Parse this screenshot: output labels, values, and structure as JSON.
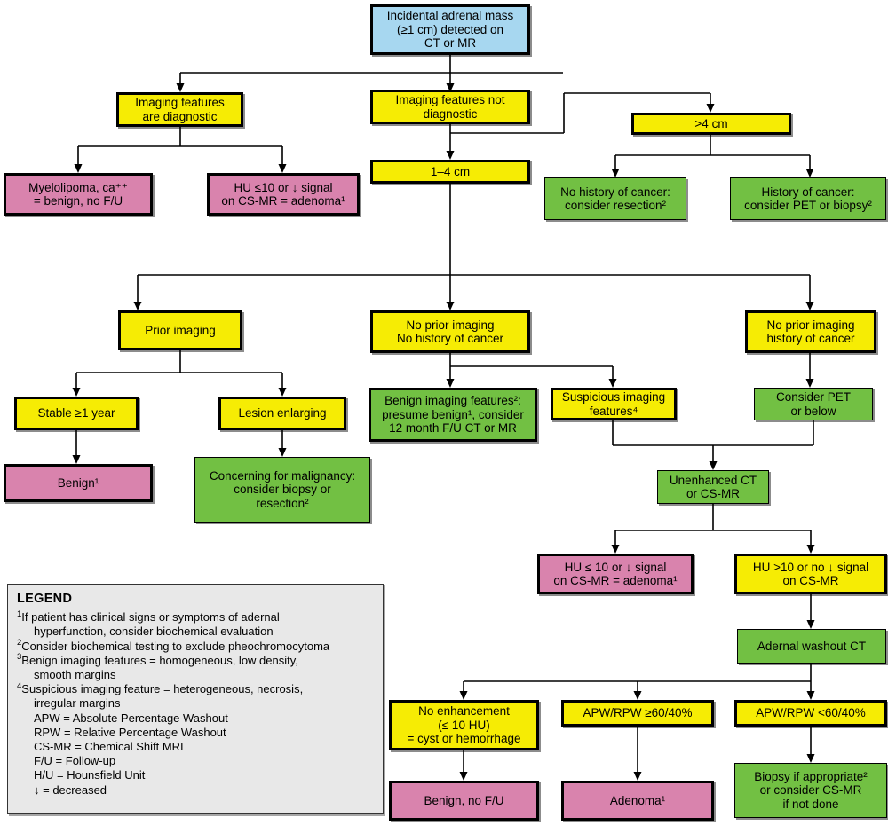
{
  "title": "Incidental adrenal mass algorithm",
  "palette": {
    "blue": "#a7d7f0",
    "yellow": "#f6ec04",
    "pink": "#d983ad",
    "green": "#72c043",
    "legend_bg": "#e8e8e8",
    "line": "#000000"
  },
  "nodes": {
    "root": "Incidental adrenal mass\n(≥1 cm) detected on\nCT or MR",
    "features_diagnostic": "Imaging features\nare diagnostic",
    "features_not_diagnostic": "Imaging features not\ndiagnostic",
    "gt4cm": ">4 cm",
    "size_1_4cm": "1–4 cm",
    "myelolipoma": "Myelolipoma, ca⁺⁺\n= benign, no F/U",
    "hu10_adenoma_top": "HU ≤10 or ↓ signal\non CS-MR = adenoma¹",
    "no_history_resection": "No history of cancer:\nconsider resection²",
    "history_pet_biopsy": "History of cancer:\nconsider  PET or biopsy²",
    "prior_imaging": "Prior imaging",
    "no_prior_no_history": "No prior imaging\nNo history of cancer",
    "no_prior_history": "No prior imaging\nhistory of cancer",
    "stable_1_year": "Stable ≥1 year",
    "lesion_enlarging": "Lesion enlarging",
    "benign_imaging_features": "Benign imaging features²:\npresume benign¹, consider\n12 month F/U CT or MR",
    "suspicious_imaging_features": "Suspicious imaging\nfeatures⁴",
    "consider_pet_or_below": "Consider PET\nor below",
    "benign1": "Benign¹",
    "concerning_malignancy": "Concerning for malignancy:\nconsider biopsy or\nresection²",
    "unenhanced_ct": "Unenhanced CT\nor CS-MR",
    "hu_le10_adenoma": "HU ≤ 10 or ↓ signal\non CS-MR = adenoma¹",
    "hu_gt10_no_drop": "HU >10 or no ↓ signal\non CS-MR",
    "adrenal_washout_ct": "Adernal washout CT",
    "no_enhancement": "No enhancement\n(≤ 10 HU)\n= cyst or hemorrhage",
    "apw_rpw_ge": "APW/RPW ≥60/40%",
    "apw_rpw_lt": "APW/RPW <60/40%",
    "benign_no_fu": "Benign, no F/U",
    "adenoma1": "Adenoma¹",
    "biopsy_if_appropriate": "Biopsy if appropriate²\nor consider CS-MR\nif not done"
  },
  "legend": {
    "heading": "LEGEND",
    "items": [
      {
        "marker": "1",
        "text": "If patient has clinical signs or symptoms of adernal",
        "cont": "hyperfunction, consider biochemical evaluation"
      },
      {
        "marker": "2",
        "text": "Consider biochemical testing to exclude pheochromocytoma",
        "cont": ""
      },
      {
        "marker": "3",
        "text": "Benign imaging features = homogeneous, low density,",
        "cont": "smooth margins"
      },
      {
        "marker": "4",
        "text": "Suspicious imaging feature = heterogeneous, necrosis,",
        "cont": "irregular margins"
      },
      {
        "marker": "",
        "text": "APW = Absolute Percentage Washout",
        "cont": ""
      },
      {
        "marker": "",
        "text": "RPW = Relative Percentage Washout",
        "cont": ""
      },
      {
        "marker": "",
        "text": "CS-MR = Chemical Shift MRI",
        "cont": ""
      },
      {
        "marker": "",
        "text": "F/U = Follow-up",
        "cont": ""
      },
      {
        "marker": "",
        "text": "H/U = Hounsfield Unit",
        "cont": ""
      },
      {
        "marker": "",
        "text": "↓ = decreased",
        "cont": ""
      }
    ]
  }
}
